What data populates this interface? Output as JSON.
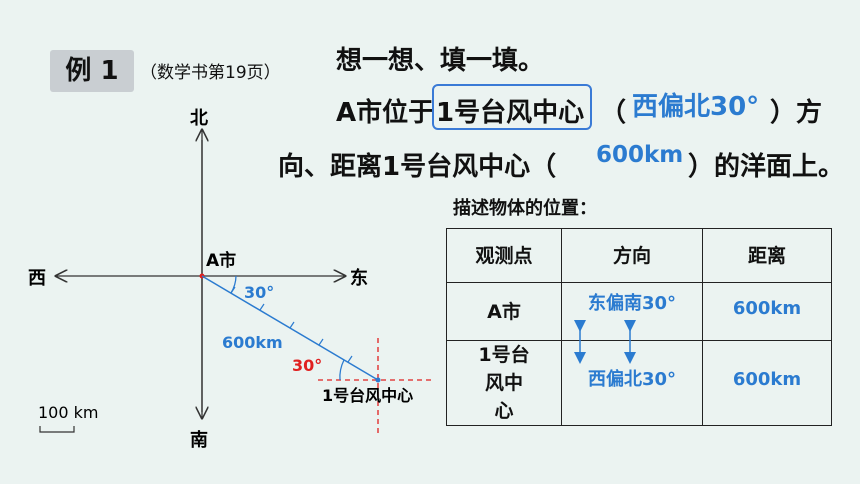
{
  "header": {
    "example_badge": "例 1",
    "source_note": "（数学书第19页）"
  },
  "question": {
    "line1": "想一想、填一填。",
    "line2_a": "A市位于",
    "line2_boxed": "1号台风中心",
    "line2_open": "（",
    "line2_answer": "西偏北30°",
    "line2_close": "）方",
    "line3_a": "向、距离1号台风中心（",
    "line3_answer": "600km",
    "line3_close": "）的洋面上。"
  },
  "table_title": "描述物体的位置：",
  "table": {
    "headers": [
      "观测点",
      "方向",
      "距离"
    ],
    "rows": [
      {
        "point": "A市",
        "direction": "东偏南30°",
        "distance": "600km"
      },
      {
        "point": "1号台风中心",
        "direction": "西偏北30°",
        "distance": "600km"
      }
    ]
  },
  "diagram": {
    "north": "北",
    "south": "南",
    "east": "东",
    "west": "西",
    "city": "A市",
    "angle_at_city": "30°",
    "distance_label": "600km",
    "angle_at_typhoon": "30°",
    "typhoon_label": "1号台风中心",
    "scale_label": "100 km"
  },
  "colors": {
    "accent_blue": "#2b7bd0",
    "accent_red": "#e02020",
    "box_blue": "#3a7ad6"
  }
}
